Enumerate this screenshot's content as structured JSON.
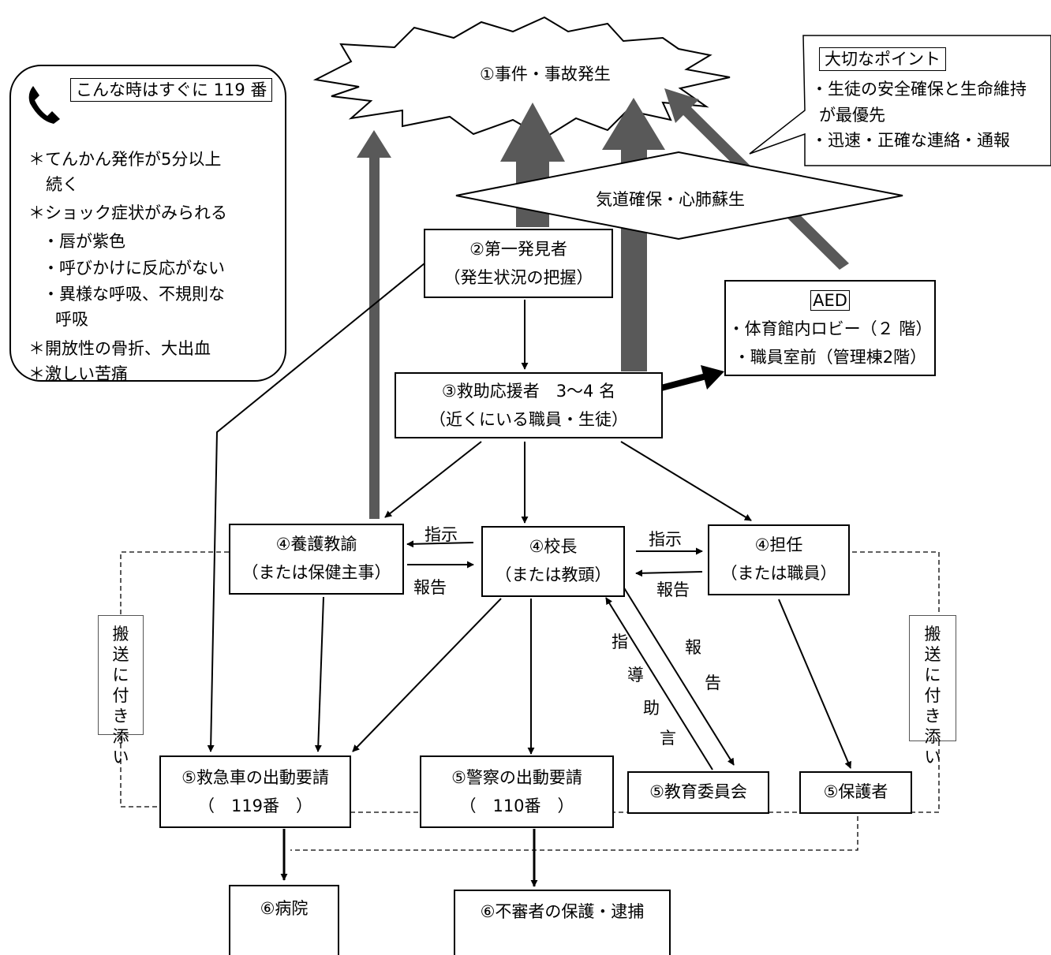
{
  "burst": {
    "text": "①事件・事故発生"
  },
  "point": {
    "header": "大切なポイント",
    "lines": [
      "・生徒の安全確保と生命維持",
      "が最優先",
      "・迅速・正確な連絡・通報"
    ]
  },
  "emergency": {
    "header": "こんな時はすぐに 119 番",
    "lines": [
      "＊てんかん発作が5分以上",
      "続く",
      "＊ショック症状がみられる",
      "・唇が紫色",
      "・呼びかけに反応がない",
      "・異様な呼吸、不規則な",
      "呼吸",
      "＊開放性の骨折、大出血",
      "＊激しい苦痛"
    ]
  },
  "airway": {
    "text": "気道確保・心肺蘇生"
  },
  "finder": {
    "line1": "②第一発見者",
    "line2": "（発生状況の把握）"
  },
  "aed": {
    "title": "AED",
    "line1": "・体育館内ロビー（２ 階）",
    "line2": "・職員室前（管理棟2階）"
  },
  "helpers": {
    "line1": "③救助応援者　3～4 名",
    "line2": "（近くにいる職員・生徒）"
  },
  "nurse": {
    "line1": "④養護教諭",
    "line2": "（または保健主事）"
  },
  "principal": {
    "line1": "④校長",
    "line2": "（または教頭）"
  },
  "homeroom": {
    "line1": "④担任",
    "line2": "（または職員）"
  },
  "labels": {
    "instruct_left": "指示",
    "report_left": "報告",
    "instruct_right": "指示",
    "report_right": "報告",
    "advice": [
      "指",
      "導",
      "助",
      "言"
    ],
    "report_board": [
      "報",
      "告"
    ]
  },
  "escort": {
    "left": [
      "搬",
      "送",
      "に",
      "付",
      "き",
      "添",
      "い"
    ],
    "right": [
      "搬",
      "送",
      "に",
      "付",
      "き",
      "添",
      "い"
    ]
  },
  "ambulance": {
    "line1": "⑤救急車の出動要請",
    "line2": "（　119番　）"
  },
  "police": {
    "line1": "⑤警察の出動要請",
    "line2": "（　110番　）"
  },
  "board": {
    "line1": "⑤教育委員会"
  },
  "guardian": {
    "line1": "⑤保護者"
  },
  "hospital": {
    "line1": "⑥病院"
  },
  "arrest": {
    "line1": "⑥不審者の保護・逮捕"
  }
}
